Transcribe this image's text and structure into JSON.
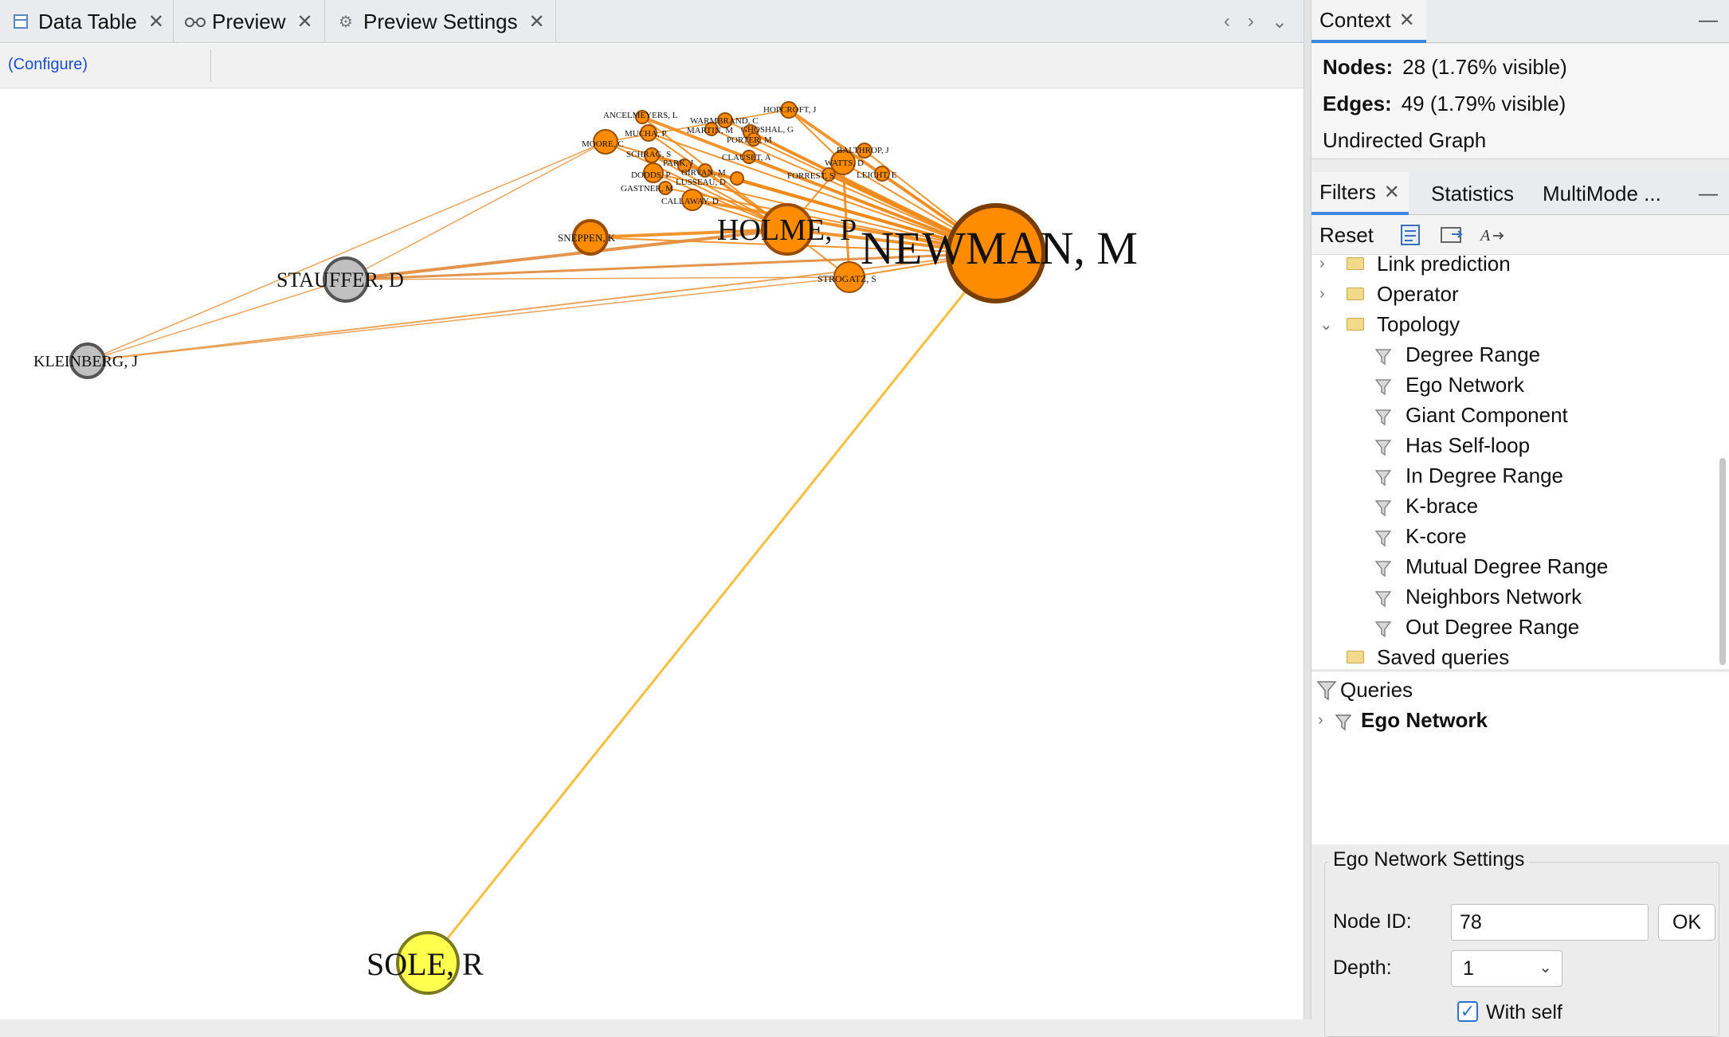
{
  "editor_tabs": [
    {
      "label": "Data Table",
      "icon": "table-icon"
    },
    {
      "label": "Preview",
      "icon": "glasses-icon"
    },
    {
      "label": "Preview Settings",
      "icon": "gear-icon"
    }
  ],
  "toolbar": {
    "configure": "(Configure)"
  },
  "graph": {
    "nodes": [
      {
        "label": "NEWMAN, M",
        "color": "#ff8c00",
        "stroke": "#7a3d00",
        "size": "xl"
      },
      {
        "label": "HOLME, P",
        "color": "#ff8c00",
        "stroke": "#9a4d00",
        "size": "l"
      },
      {
        "label": "STAUFFER, D",
        "color": "#c0c0c0",
        "stroke": "#555555",
        "size": "m"
      },
      {
        "label": "KLEINBERG, J",
        "color": "#c0c0c0",
        "stroke": "#555555",
        "size": "s"
      },
      {
        "label": "SOLE, R",
        "color": "#ffff4d",
        "stroke": "#7a7a20",
        "size": "m"
      },
      {
        "label": "SNEPPEN, K",
        "color": "#ff8c00",
        "stroke": "#9a4d00",
        "size": "s"
      },
      {
        "label": "STROGATZ, S",
        "color": "#ff8c00",
        "stroke": "#9a4d00",
        "size": "s"
      },
      {
        "label": "ANCELMEYERS, L",
        "color": "#ff8c00",
        "stroke": "#9a4d00",
        "size": "xs"
      },
      {
        "label": "MUCHA, P",
        "color": "#ff8c00",
        "stroke": "#9a4d00",
        "size": "xs"
      },
      {
        "label": "MOORE, C",
        "color": "#ff8c00",
        "stroke": "#9a4d00",
        "size": "xs"
      },
      {
        "label": "SCHRAG, S",
        "color": "#ff8c00",
        "stroke": "#9a4d00",
        "size": "xs"
      },
      {
        "label": "PARK, J",
        "color": "#ff8c00",
        "stroke": "#9a4d00",
        "size": "xs"
      },
      {
        "label": "DODDS, P",
        "color": "#ff8c00",
        "stroke": "#9a4d00",
        "size": "xs"
      },
      {
        "label": "GIRVAN, M",
        "color": "#ff8c00",
        "stroke": "#9a4d00",
        "size": "xs"
      },
      {
        "label": "LUSSEAU, D",
        "color": "#ff8c00",
        "stroke": "#9a4d00",
        "size": "xs"
      },
      {
        "label": "GASTNER, M",
        "color": "#ff8c00",
        "stroke": "#9a4d00",
        "size": "xs"
      },
      {
        "label": "CALLAWAY, D",
        "color": "#ff8c00",
        "stroke": "#9a4d00",
        "size": "xs"
      },
      {
        "label": "WARMBRAND, C",
        "color": "#ff8c00",
        "stroke": "#9a4d00",
        "size": "xs"
      },
      {
        "label": "MARTIN, M",
        "color": "#ff8c00",
        "stroke": "#9a4d00",
        "size": "xs"
      },
      {
        "label": "GHOSHAL, G",
        "color": "#ff8c00",
        "stroke": "#9a4d00",
        "size": "xs"
      },
      {
        "label": "PORTER, M",
        "color": "#ff8c00",
        "stroke": "#9a4d00",
        "size": "xs"
      },
      {
        "label": "CLAUSET, A",
        "color": "#ff8c00",
        "stroke": "#9a4d00",
        "size": "xs"
      },
      {
        "label": "HOPCROFT, J",
        "color": "#ff8c00",
        "stroke": "#9a4d00",
        "size": "xs"
      },
      {
        "label": "BALTHROP, J",
        "color": "#ff8c00",
        "stroke": "#9a4d00",
        "size": "xs"
      },
      {
        "label": "WATTS, D",
        "color": "#ff8c00",
        "stroke": "#9a4d00",
        "size": "xs"
      },
      {
        "label": "FORREST, S",
        "color": "#ff8c00",
        "stroke": "#9a4d00",
        "size": "xs"
      },
      {
        "label": "LEICHT, E",
        "color": "#ff8c00",
        "stroke": "#9a4d00",
        "size": "xs"
      }
    ]
  },
  "context": {
    "tab": "Context",
    "nodes_label": "Nodes:",
    "nodes_value": "28 (1.76% visible)",
    "edges_label": "Edges:",
    "edges_value": "49 (1.79% visible)",
    "graph_type": "Undirected Graph"
  },
  "filter_tabs": [
    "Filters",
    "Statistics",
    "MultiMode ..."
  ],
  "filter_toolbar": {
    "reset": "Reset"
  },
  "library": {
    "items": [
      {
        "label": "Link prediction",
        "type": "folder",
        "expanded": false
      },
      {
        "label": "Operator",
        "type": "folder",
        "expanded": false
      },
      {
        "label": "Topology",
        "type": "folder",
        "expanded": true
      },
      {
        "label": "Degree Range",
        "type": "filter"
      },
      {
        "label": "Ego Network",
        "type": "filter"
      },
      {
        "label": "Giant Component",
        "type": "filter"
      },
      {
        "label": "Has Self-loop",
        "type": "filter"
      },
      {
        "label": "In Degree Range",
        "type": "filter"
      },
      {
        "label": "K-brace",
        "type": "filter"
      },
      {
        "label": "K-core",
        "type": "filter"
      },
      {
        "label": "Mutual Degree Range",
        "type": "filter"
      },
      {
        "label": "Neighbors Network",
        "type": "filter"
      },
      {
        "label": "Out Degree Range",
        "type": "filter"
      },
      {
        "label": "Saved queries",
        "type": "folder"
      }
    ]
  },
  "queries": {
    "title": "Queries",
    "items": [
      "Ego Network"
    ]
  },
  "ego_settings": {
    "title": "Ego Network Settings",
    "node_id_label": "Node ID:",
    "node_id_value": "78",
    "ok": "OK",
    "depth_label": "Depth:",
    "depth_value": "1",
    "with_self": "With self",
    "with_self_checked": true
  }
}
